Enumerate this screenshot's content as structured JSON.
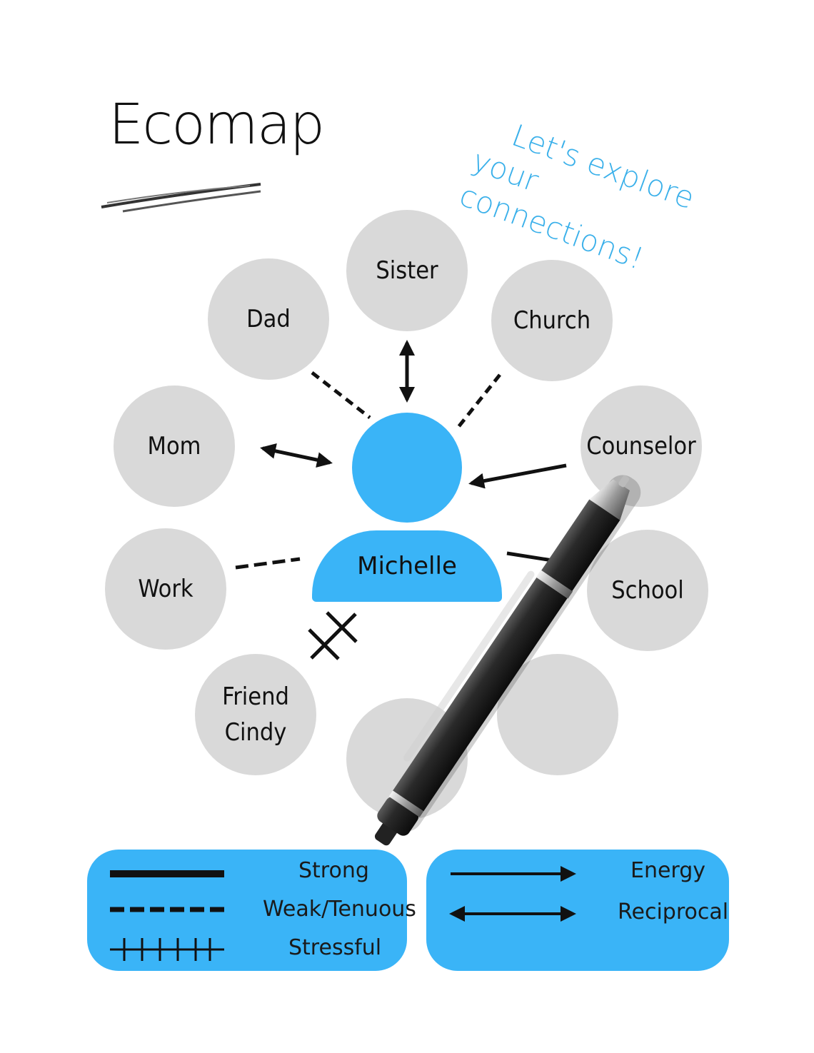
{
  "title": "Ecomap",
  "tagline": {
    "line1": "Let's explore",
    "line2": "your connections!"
  },
  "center": {
    "name": "Michelle"
  },
  "nodes": [
    {
      "label": "Sister"
    },
    {
      "label": "Dad"
    },
    {
      "label": "Church"
    },
    {
      "label": "Mom"
    },
    {
      "label": "Counselor"
    },
    {
      "label": "Work"
    },
    {
      "label": "School"
    },
    {
      "label": "Friend\nCindy"
    },
    {
      "label": ""
    },
    {
      "label": ""
    }
  ],
  "legend": {
    "lines": [
      {
        "label": "Strong"
      },
      {
        "label": "Weak/Tenuous"
      },
      {
        "label": "Stressful"
      }
    ],
    "arrows": [
      {
        "label": "Energy"
      },
      {
        "label": "Reciprocal"
      }
    ]
  },
  "colors": {
    "accent": "#3ab4f7",
    "tagline": "#3ab0ea",
    "node": "#d9d9d9"
  }
}
